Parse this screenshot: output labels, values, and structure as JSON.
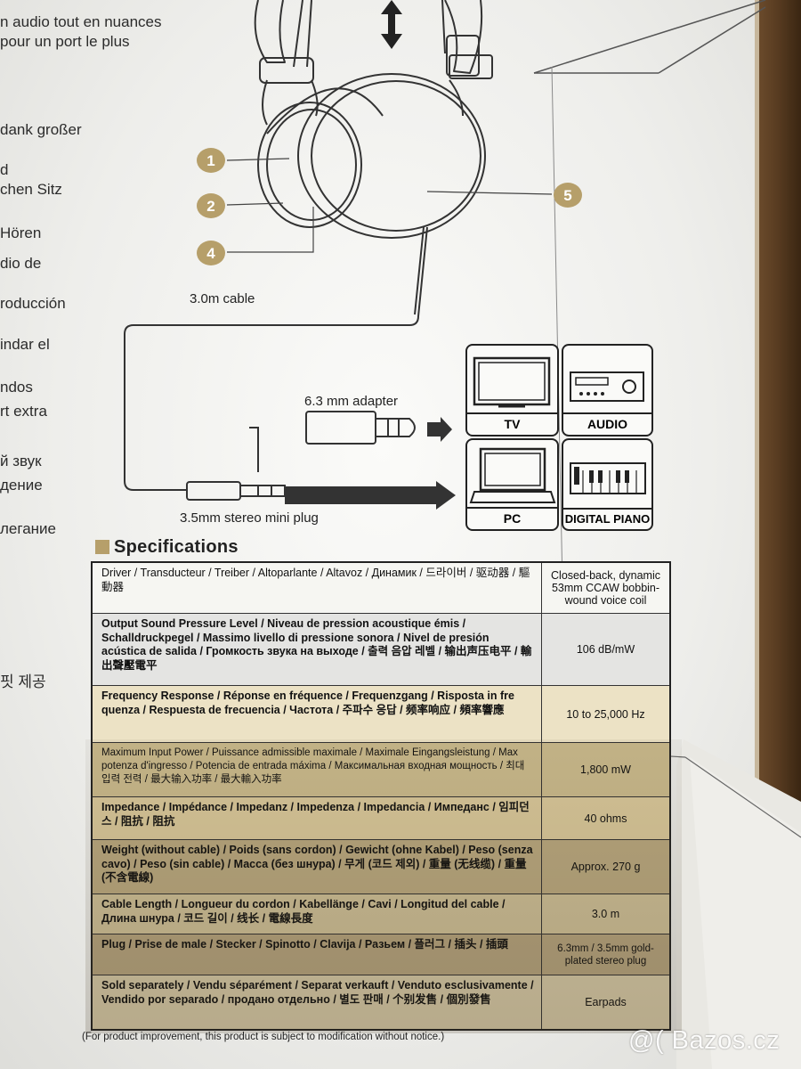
{
  "left_text": [
    "n audio tout en nuances",
    "pour un port le plus",
    "dank großer",
    "d",
    "chen Sitz",
    "Hören",
    "dio de",
    "roducción",
    "indar el",
    "ndos",
    "rt extra",
    "й звук",
    "дение",
    "легание",
    "핏 제공"
  ],
  "diagram": {
    "callouts": [
      "1",
      "2",
      "4",
      "5"
    ],
    "cable_label": "3.0m cable",
    "adapter_label": "6.3 mm adapter",
    "plug_label": "3.5mm stereo mini plug",
    "devices": [
      "TV",
      "AUDIO",
      "PC",
      "DIGITAL PIANO"
    ]
  },
  "specs": {
    "heading": "Specifications",
    "rows": [
      {
        "label": "Driver / Transducteur / Treiber / Altoparlante / Altavoz / Динамик / 드라이버 / 驱动器 / 驅動器",
        "value": "Closed-back, dynamic 53mm CCAW bobbin-wound voice coil"
      },
      {
        "label": "Output Sound Pressure Level / Niveau de pression acoustique émis / Schalldruckpegel / Massimo livello di pressione sonora / Nivel de presión acústica de salida / Громкость звука на выходе / 출력 음압 레벨 / 输出声压电平 / 輸出聲壓電平",
        "value": "106 dB/mW"
      },
      {
        "label": "Frequency Response / Réponse en fréquence / Frequenzgang / Risposta in fre quenza / Respuesta de frecuencia / Частота / 주파수 응답 / 频率响应 / 頻率響應",
        "value": "10 to 25,000 Hz"
      },
      {
        "label": "Maximum Input Power / Puissance admissible maximale / Maximale Eingangsleistung / Max potenza d'ingresso / Potencia de entrada máxima / Максимальная входная мощность / 최대 입력 전력 / 最大输入功率 / 最大輸入功率",
        "value": "1,800 mW"
      },
      {
        "label": "Impedance / Impédance / Impedanz / Impedenza / Impedancia / Импеданс / 임피던스 / 阻抗 / 阻抗",
        "value": "40 ohms"
      },
      {
        "label": "Weight (without cable) / Poids (sans cordon) / Gewicht (ohne Kabel) / Peso (senza cavo) / Peso (sin cable) / Масса (без шнура) / 무게 (코드 제외) / 重量 (无线缆) / 重量 (不含電線)",
        "value": "Approx. 270 g"
      },
      {
        "label": "Cable Length / Longueur du cordon / Kabellänge / Cavi / Longitud del cable / Длина шнура / 코드 길이 / 线长 / 電線長度",
        "value": "3.0 m"
      },
      {
        "label": "Plug / Prise de male / Stecker / Spinotto / Clavija / Разьем / 플러그 / 插头 / 插頭",
        "value": "6.3mm / 3.5mm gold-plated stereo plug"
      },
      {
        "label": "Sold separately / Vendu séparément / Separat verkauft / Venduto esclusivamente / Vendido por separado / продано отдельно / 별도 판매 / 个别发售 / 個別發售",
        "value": "Earpads"
      }
    ],
    "note": "(For product improvement, this product is subject to modification without notice.)"
  },
  "watermark": "@( Bazos.cz",
  "colors": {
    "callout": "#b69f6a",
    "box_edge": "#5a3d22",
    "paper": "#f2f2ef"
  }
}
